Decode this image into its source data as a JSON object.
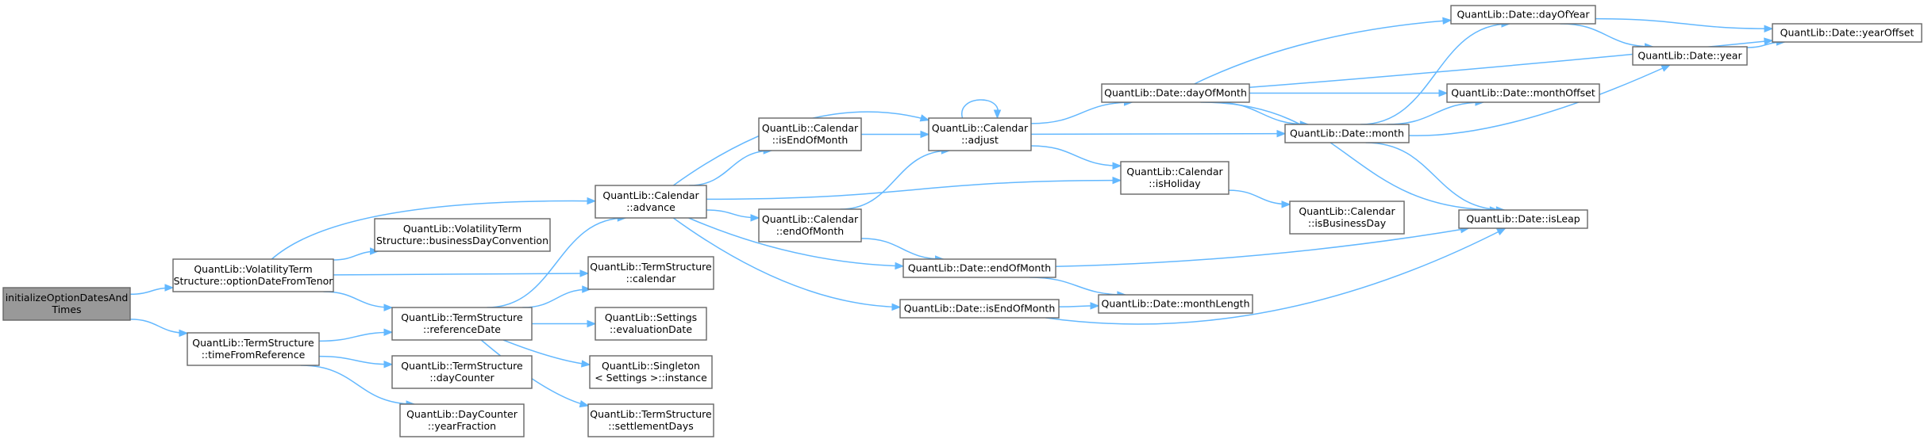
{
  "graph": {
    "nodes": [
      {
        "id": "root",
        "lines": [
          "initializeOptionDatesAnd",
          "Times"
        ],
        "root": true
      },
      {
        "id": "vts_odft",
        "lines": [
          "QuantLib::VolatilityTerm",
          "Structure::optionDateFromTenor"
        ]
      },
      {
        "id": "ts_tfr",
        "lines": [
          "QuantLib::TermStructure",
          "::timeFromReference"
        ]
      },
      {
        "id": "vts_bdc",
        "lines": [
          "QuantLib::VolatilityTerm",
          "Structure::businessDayConvention"
        ]
      },
      {
        "id": "ts_refdate",
        "lines": [
          "QuantLib::TermStructure",
          "::referenceDate"
        ]
      },
      {
        "id": "ts_daycounter",
        "lines": [
          "QuantLib::TermStructure",
          "::dayCounter"
        ]
      },
      {
        "id": "dc_yearfraction",
        "lines": [
          "QuantLib::DayCounter",
          "::yearFraction"
        ]
      },
      {
        "id": "cal_advance",
        "lines": [
          "QuantLib::Calendar",
          "::advance"
        ]
      },
      {
        "id": "ts_calendar",
        "lines": [
          "QuantLib::TermStructure",
          "::calendar"
        ]
      },
      {
        "id": "settings_evaldate",
        "lines": [
          "QuantLib::Settings",
          "::evaluationDate"
        ]
      },
      {
        "id": "singleton_instance",
        "lines": [
          "QuantLib::Singleton",
          "< Settings >::instance"
        ]
      },
      {
        "id": "ts_settlementdays",
        "lines": [
          "QuantLib::TermStructure",
          "::settlementDays"
        ]
      },
      {
        "id": "cal_isendofmonth",
        "lines": [
          "QuantLib::Calendar",
          "::isEndOfMonth"
        ]
      },
      {
        "id": "cal_endofmonth",
        "lines": [
          "QuantLib::Calendar",
          "::endOfMonth"
        ]
      },
      {
        "id": "cal_adjust",
        "lines": [
          "QuantLib::Calendar",
          "::adjust"
        ]
      },
      {
        "id": "date_endofmonth",
        "lines": [
          "QuantLib::Date::endOfMonth"
        ]
      },
      {
        "id": "date_isendofmonth",
        "lines": [
          "QuantLib::Date::isEndOfMonth"
        ]
      },
      {
        "id": "date_dayofmonth",
        "lines": [
          "QuantLib::Date::dayOfMonth"
        ]
      },
      {
        "id": "cal_isholiday",
        "lines": [
          "QuantLib::Calendar",
          "::isHoliday"
        ]
      },
      {
        "id": "date_monthlength",
        "lines": [
          "QuantLib::Date::monthLength"
        ]
      },
      {
        "id": "date_month",
        "lines": [
          "QuantLib::Date::month"
        ]
      },
      {
        "id": "cal_isbusinessday",
        "lines": [
          "QuantLib::Calendar",
          "::isBusinessDay"
        ]
      },
      {
        "id": "date_dayofyear",
        "lines": [
          "QuantLib::Date::dayOfYear"
        ]
      },
      {
        "id": "date_monthoffset",
        "lines": [
          "QuantLib::Date::monthOffset"
        ]
      },
      {
        "id": "date_isleap",
        "lines": [
          "QuantLib::Date::isLeap"
        ]
      },
      {
        "id": "date_year",
        "lines": [
          "QuantLib::Date::year"
        ]
      },
      {
        "id": "date_yearoffset",
        "lines": [
          "QuantLib::Date::yearOffset"
        ]
      }
    ],
    "edges": [
      [
        "root",
        "vts_odft"
      ],
      [
        "root",
        "ts_tfr"
      ],
      [
        "vts_odft",
        "vts_bdc"
      ],
      [
        "vts_odft",
        "cal_advance"
      ],
      [
        "vts_odft",
        "ts_calendar"
      ],
      [
        "vts_odft",
        "ts_refdate"
      ],
      [
        "ts_tfr",
        "ts_refdate"
      ],
      [
        "ts_tfr",
        "ts_daycounter"
      ],
      [
        "ts_tfr",
        "dc_yearfraction"
      ],
      [
        "ts_refdate",
        "cal_advance"
      ],
      [
        "ts_refdate",
        "ts_calendar"
      ],
      [
        "ts_refdate",
        "settings_evaldate"
      ],
      [
        "ts_refdate",
        "singleton_instance"
      ],
      [
        "ts_refdate",
        "ts_settlementdays"
      ],
      [
        "cal_advance",
        "cal_adjust"
      ],
      [
        "cal_advance",
        "cal_isendofmonth"
      ],
      [
        "cal_advance",
        "cal_endofmonth"
      ],
      [
        "cal_advance",
        "cal_isholiday"
      ],
      [
        "cal_advance",
        "date_endofmonth"
      ],
      [
        "cal_advance",
        "date_isendofmonth"
      ],
      [
        "cal_isendofmonth",
        "cal_adjust"
      ],
      [
        "cal_endofmonth",
        "cal_adjust"
      ],
      [
        "cal_endofmonth",
        "date_endofmonth"
      ],
      [
        "cal_adjust",
        "cal_adjust"
      ],
      [
        "cal_adjust",
        "date_dayofmonth"
      ],
      [
        "cal_adjust",
        "date_month"
      ],
      [
        "cal_adjust",
        "cal_isholiday"
      ],
      [
        "date_endofmonth",
        "date_monthlength"
      ],
      [
        "date_endofmonth",
        "date_isleap"
      ],
      [
        "date_isendofmonth",
        "date_monthlength"
      ],
      [
        "date_isendofmonth",
        "date_isleap"
      ],
      [
        "date_dayofmonth",
        "date_dayofyear"
      ],
      [
        "date_dayofmonth",
        "date_yearoffset"
      ],
      [
        "date_dayofmonth",
        "date_monthoffset"
      ],
      [
        "date_dayofmonth",
        "date_month"
      ],
      [
        "date_dayofmonth",
        "date_isleap"
      ],
      [
        "cal_isholiday",
        "cal_isbusinessday"
      ],
      [
        "date_month",
        "date_dayofyear"
      ],
      [
        "date_month",
        "date_monthoffset"
      ],
      [
        "date_month",
        "date_year"
      ],
      [
        "date_month",
        "date_isleap"
      ],
      [
        "date_dayofyear",
        "date_year"
      ],
      [
        "date_dayofyear",
        "date_yearoffset"
      ],
      [
        "date_year",
        "date_yearoffset"
      ]
    ]
  }
}
